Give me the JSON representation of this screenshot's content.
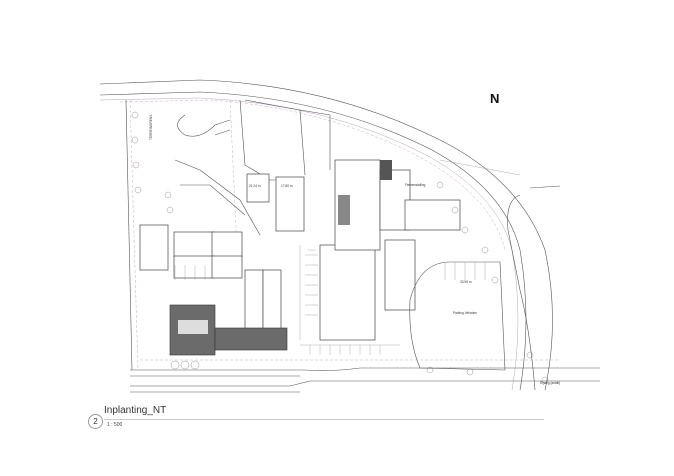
{
  "drawing": {
    "number": "2",
    "title": "Inplanting_NT",
    "scale": "1 : 500",
    "north": "N",
    "labels": {
      "boundary": "TERREINGRENS",
      "dim1": "21.24 m",
      "dim2": "17.80 m",
      "dim3": "33.98 m",
      "parking": "Parking Velinden",
      "bike": "Fietsenstalling",
      "road": "Rijweg (asfalt)"
    }
  }
}
